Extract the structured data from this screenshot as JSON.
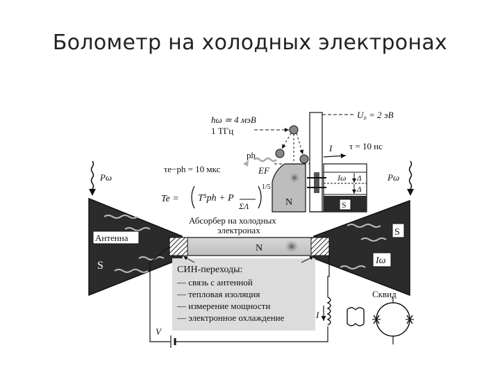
{
  "slide": {
    "title": "Болометр на холодных электронах"
  },
  "diagram": {
    "photon_energy": "ħω ≃ 4 мэВ",
    "frequency": "1 ТГц",
    "bias_voltage": "U₀ = 2 эВ",
    "tau": "τ = 10 нс",
    "current_I": "I",
    "phonon_label": "ph",
    "tau_e_ph": "τe−ph = 10 мкс",
    "fermi_level": "EF",
    "i_omega_small": "Iω",
    "delta_top": "Δ",
    "delta_bottom": "Δ",
    "temperature_formula_lhs": "Te =",
    "temperature_formula_num": "T⁵ph + P",
    "temperature_formula_den": "ΣΛ",
    "temperature_formula_pow": "1/5",
    "p_omega_left": "Pω",
    "p_omega_right": "Pω",
    "normal_metal_N": "N",
    "superconductor_S_box": "S",
    "absorber_title_line1": "Абсорбер на холодных",
    "absorber_title_line2": "электронах",
    "antenna_label": "Антенна",
    "s_left": "S",
    "s_right": "S",
    "absorber_N": "N",
    "i_omega_right": "Iω",
    "sin_junctions_title": "СИН-переходы:",
    "sin_items": [
      "— связь с антенной",
      "— тепловая изоляция",
      "— измерение мощности",
      "— электронное охлаждение"
    ],
    "squid_label": "Сквид",
    "bias_V": "V",
    "readout_I": "I"
  }
}
